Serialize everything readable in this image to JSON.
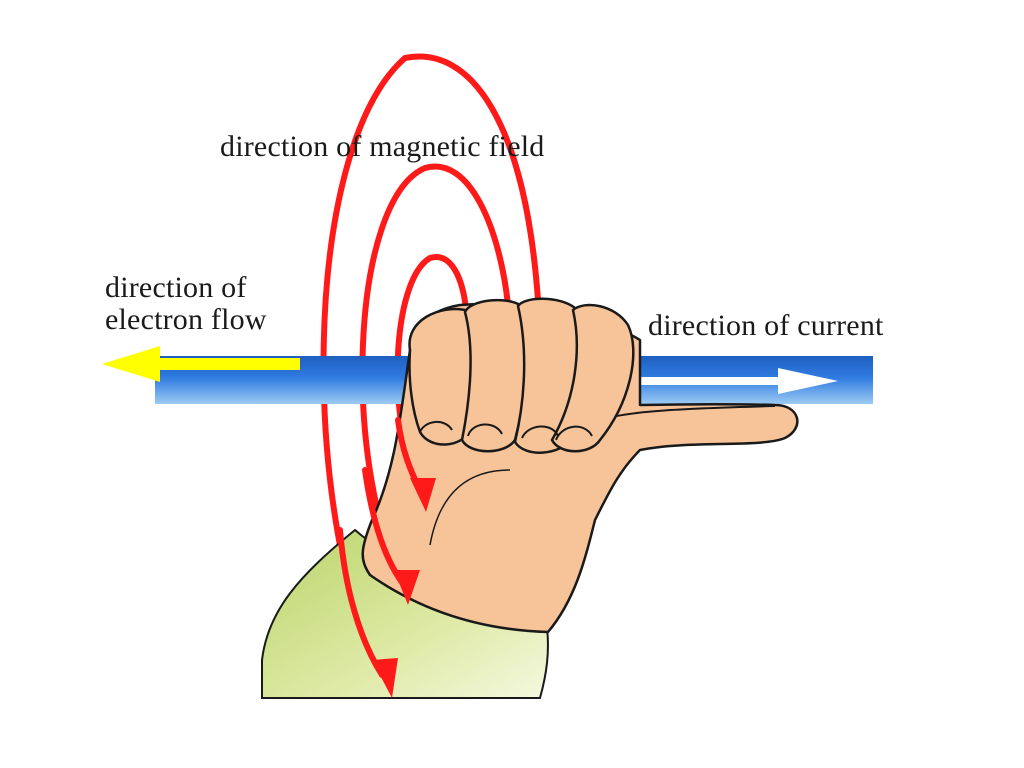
{
  "labels": {
    "magnetic_field": "direction of magnetic field",
    "electron_flow_line1": "direction of",
    "electron_flow_line2": "electron flow",
    "current": "direction of current"
  },
  "colors": {
    "field_lines": "#ff1a1a",
    "wire_dark": "#1f5fc0",
    "wire_light": "#8fc4f2",
    "electron_arrow": "#ffff00",
    "current_arrow": "#ffffff",
    "skin": "#f7c49a",
    "sleeve": "#cfe08a",
    "outline": "#1a1a1a"
  }
}
